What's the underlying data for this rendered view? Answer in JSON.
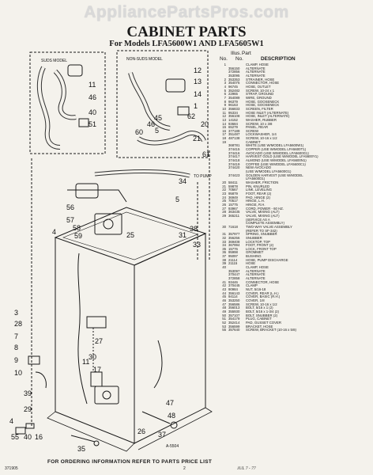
{
  "watermark": "AppliancePartsPros.com",
  "title": "CABINET PARTS",
  "subtitle": "For Models LFA5600W1 AND LFA5605W1",
  "diagram": {
    "suds_label": "SUDS MODEL",
    "nonsuds_label": "NON-SUDS MODEL",
    "to_pump": "TO PUMP",
    "figure_code": "A-5504",
    "callouts": [
      "11",
      "46",
      "40",
      "51",
      "12",
      "13",
      "14",
      "1",
      "62",
      "46",
      "60",
      "45",
      "5",
      "21",
      "20",
      "61",
      "56",
      "57",
      "58",
      "59",
      "4",
      "34",
      "5",
      "25",
      "38",
      "31",
      "33",
      "3",
      "28",
      "7",
      "8",
      "9",
      "10",
      "39",
      "29",
      "4",
      "55",
      "40",
      "16",
      "11",
      "27",
      "30",
      "17",
      "47",
      "48",
      "26",
      "37",
      "35"
    ]
  },
  "parts": {
    "header": {
      "illus": "Illus.",
      "no": "No.",
      "part": "Part",
      "part_no": "No.",
      "description": "DESCRIPTION"
    },
    "rows": [
      [
        "1",
        "",
        "CLAMP, HOSE"
      ],
      [
        "",
        "356150",
        "ALTERNATE"
      ],
      [
        "",
        "372856",
        "ALTERNATE"
      ],
      [
        "",
        "353095",
        "ALTERNATE"
      ],
      [
        "2",
        "353353",
        "STRAINER, HOSE"
      ],
      [
        "3",
        "354075",
        "CONNECTOR, HOSE"
      ],
      [
        "4",
        "96745",
        "HOSE, OUTLET"
      ],
      [
        "5",
        "352482",
        "SCREW, 10-24 x 1"
      ],
      [
        "6",
        "22965",
        "STRAP, GROUND"
      ],
      [
        "7",
        "354089",
        "WIRE, GROUND"
      ],
      [
        "8",
        "96379",
        "HOSE, GOOSENECK"
      ],
      [
        "9",
        "96163",
        "HOSE, GOOSENECK"
      ],
      [
        "10",
        "356833",
        "SCREEN, FILTER"
      ],
      [
        "11",
        "95334",
        "HOSE INLET (ALTERNATE)"
      ],
      [
        "12",
        "356108",
        "HOSE, INLET (ALTERNATE)"
      ],
      [
        "13",
        "14152",
        "WASHER, RUBBER"
      ],
      [
        "14",
        "93684",
        "SCREW, 10 x 3/8"
      ],
      [
        "15",
        "65279",
        "PANEL, REAR"
      ],
      [
        "16",
        "377189",
        "SCREW"
      ],
      [
        "17",
        "351487",
        "LOCKWASHER, 1/4"
      ],
      [
        "18",
        "487138",
        "SCREW, 10-16 x 1/2"
      ],
      [
        "19",
        "",
        "CABINET"
      ],
      [
        "",
        "368781",
        "WHITE (USE W/MODEL LFA5600W1)"
      ],
      [
        "",
        "374415",
        "COPPER (USE W/MODEL LFA5600T1)"
      ],
      [
        "",
        "374416",
        "AVOCADO (USE W/MODEL LFA5600G1)"
      ],
      [
        "",
        "374417",
        "HARVEST GOLD (USE W/MODEL LFA5600Y1)"
      ],
      [
        "",
        "374418",
        "ALMOND (USE W/MODEL LFA5600N1)"
      ],
      [
        "",
        "374419",
        "COFFEE (USE W/MODEL LFA5600C1)"
      ],
      [
        "",
        "374420",
        "NEW AVOCADO"
      ],
      [
        "",
        "",
        "(USE W/MODEL LFA5600G1)"
      ],
      [
        "",
        "374423",
        "GOLDEN HARVEST (USE W/MODEL"
      ],
      [
        "",
        "",
        "LFA5600D1)"
      ],
      [
        "20",
        "58411",
        "WASHER, FRICTION"
      ],
      [
        "21",
        "59878",
        "PIN, KNURLED"
      ],
      [
        "22",
        "70567",
        "LINK, LEVELING"
      ],
      [
        "23",
        "95879",
        "FOOT, REAR (2)"
      ],
      [
        "24",
        "36949",
        "PAD, HINGE (2)"
      ],
      [
        "25",
        "70517",
        "HINGE, L.H."
      ],
      [
        "26",
        "15775",
        "HINGE, R.H."
      ],
      [
        "27",
        "93967",
        "CORD, POWER - 60 HZ."
      ],
      [
        "28",
        "363435",
        "VALVE, MIXING (ALT)"
      ],
      [
        "29",
        "365211",
        "VALVE, MIXING (ALT)"
      ],
      [
        "",
        "",
        "(SERVICE AS A"
      ],
      [
        "",
        "",
        "COMPLETE ASSEMBLY)"
      ],
      [
        "30",
        "71618",
        "TWO-WAY VALVE ASSEMBLY"
      ],
      [
        "",
        "",
        "(REFER TO SF-342)"
      ],
      [
        "31",
        "357977",
        "SPRING, SNUBBER"
      ],
      [
        "32",
        "356256",
        "SNUBBER"
      ],
      [
        "33",
        "369408",
        "LOCKTOP, TOP"
      ],
      [
        "34",
        "367994",
        "FOOT, FRONT (2)"
      ],
      [
        "35",
        "15776",
        "LOCK, FRONT TOP"
      ],
      [
        "36",
        "95998",
        "GROMMET"
      ],
      [
        "37",
        "95097",
        "BUSHING"
      ],
      [
        "38",
        "21114",
        "HOSE, PUMP DISCHARGE"
      ],
      [
        "39",
        "21115",
        "HOSE"
      ],
      [
        "40",
        "",
        "CLAMP, HOSE"
      ],
      [
        "",
        "353097",
        "ALTERNATE"
      ],
      [
        "",
        "370447",
        "ALTERNATE"
      ],
      [
        "",
        "372858",
        "ALTERNATE"
      ],
      [
        "41",
        "93446",
        "CONNECTOR, HOSE"
      ],
      [
        "42",
        "370445",
        "CLAMP"
      ],
      [
        "43",
        "90984",
        "NUT, 5/16-18"
      ],
      [
        "44",
        "356143",
        "COVER, REAR (L.H.)"
      ],
      [
        "45",
        "94114",
        "COVER, BASIC (R.H.)"
      ],
      [
        "46",
        "353250",
        "COVER, 1/8"
      ],
      [
        "47",
        "356586",
        "SCREW, 10-16 x 1/2"
      ],
      [
        "48",
        "356013",
        "BOLT, 5/16 x 1 (2)"
      ],
      [
        "49",
        "355930",
        "BOLT, 5/16 x 1-3/4 (2)"
      ],
      [
        "50",
        "357107",
        "BOLT, SNUBBER (2)"
      ],
      [
        "51",
        "354179",
        "PLUG, CABINET"
      ],
      [
        "52",
        "352414",
        "PAD, GUSSET COVER"
      ],
      [
        "53",
        "356599",
        "BRACKET, HOSE"
      ],
      [
        "55",
        "357640",
        "SCREW, BRACKET (10-16 x 5/8)"
      ]
    ]
  },
  "footer": "FOR ORDERING INFORMATION REFER TO PARTS PRICE LIST",
  "bottom_left": "371905",
  "page_number": "2",
  "handwritten": "JUL 7 - 77"
}
